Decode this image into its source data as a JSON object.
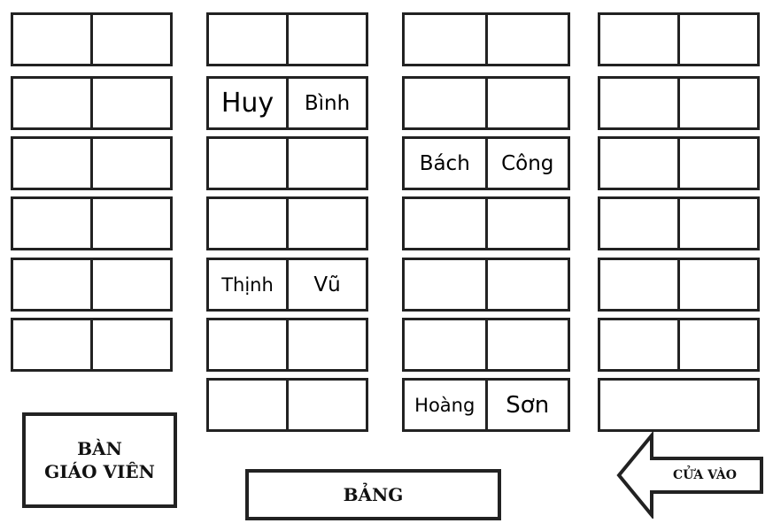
{
  "columns": [
    [
      [
        "",
        ""
      ],
      [
        "",
        ""
      ],
      [
        "",
        ""
      ],
      [
        "",
        ""
      ],
      [
        "",
        ""
      ],
      [
        "",
        ""
      ]
    ],
    [
      [
        "",
        ""
      ],
      [
        "Huy",
        "Bình"
      ],
      [
        "",
        ""
      ],
      [
        "",
        ""
      ],
      [
        "Thịnh",
        "Vũ"
      ],
      [
        "",
        ""
      ],
      [
        "",
        ""
      ]
    ],
    [
      [
        "",
        ""
      ],
      [
        "",
        ""
      ],
      [
        "Bách",
        "Công"
      ],
      [
        "",
        ""
      ],
      [
        "",
        ""
      ],
      [
        "",
        ""
      ],
      [
        "Hoàng",
        "Sơn"
      ]
    ],
    [
      [
        "",
        ""
      ],
      [
        "",
        ""
      ],
      [
        "",
        ""
      ],
      [
        "",
        ""
      ],
      [
        "",
        ""
      ],
      [
        "",
        ""
      ],
      [
        ""
      ]
    ]
  ],
  "teacher_desk": "BÀN\nGIÁO VIÊN",
  "board": "BẢNG",
  "door": "CỬA VÀO"
}
